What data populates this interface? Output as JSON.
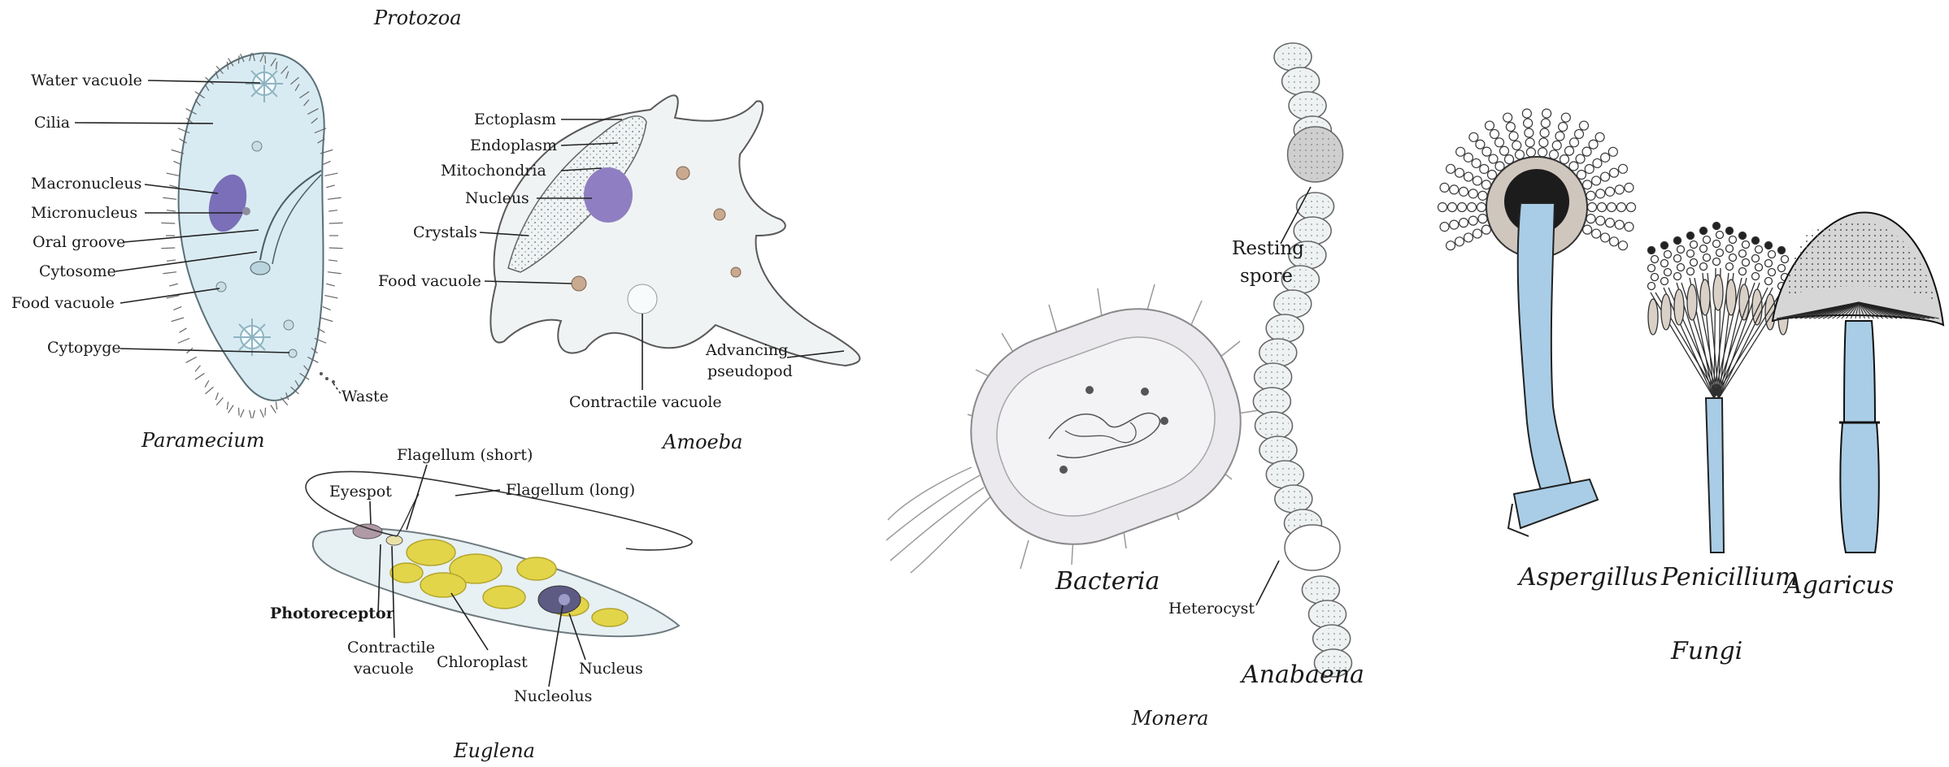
{
  "colors": {
    "cell_fill": "#dbecf3",
    "chloroplast": "#e8d83c",
    "nucleus": "#7a6fb8",
    "fungi_stalk": "#a9cde6",
    "ink": "#222222"
  },
  "protozoa": {
    "title": "Protozoa",
    "paramecium": {
      "name": "Paramecium",
      "labels": {
        "water_vacuole": "Water vacuole",
        "cilia": "Cilia",
        "macronucleus": "Macronucleus",
        "micronucleus": "Micronucleus",
        "oral_groove": "Oral groove",
        "cytosome": "Cytosome",
        "food_vacuole": "Food vacuole",
        "cytopyge": "Cytopyge",
        "waste": "Waste"
      }
    },
    "amoeba": {
      "name": "Amoeba",
      "labels": {
        "ectoplasm": "Ectoplasm",
        "endoplasm": "Endoplasm",
        "mitochondria": "Mitochondria",
        "nucleus": "Nucleus",
        "crystals": "Crystals",
        "food_vacuole": "Food vacuole",
        "advancing_1": "Advancing",
        "advancing_2": "pseudopod",
        "contractile_vacuole": "Contractile vacuole"
      }
    },
    "euglena": {
      "name": "Euglena",
      "labels": {
        "flagellum_short": "Flagellum (short)",
        "flagellum_long": "Flagellum (long)",
        "eyespot": "Eyespot",
        "photoreceptor": "Photoreceptor",
        "contractile_1": "Contractile",
        "contractile_2": "vacuole",
        "chloroplast": "Chloroplast",
        "nucleus": "Nucleus",
        "nucleolus": "Nucleolus"
      }
    }
  },
  "monera": {
    "title": "Monera",
    "bacteria": "Bacteria",
    "anabaena": "Anabaena",
    "resting_1": "Resting",
    "resting_2": "spore",
    "heterocyst": "Heterocyst"
  },
  "fungi": {
    "title": "Fungi",
    "aspergillus": "Aspergillus",
    "penicillium": "Penicillium",
    "agaricus": "Agaricus"
  }
}
